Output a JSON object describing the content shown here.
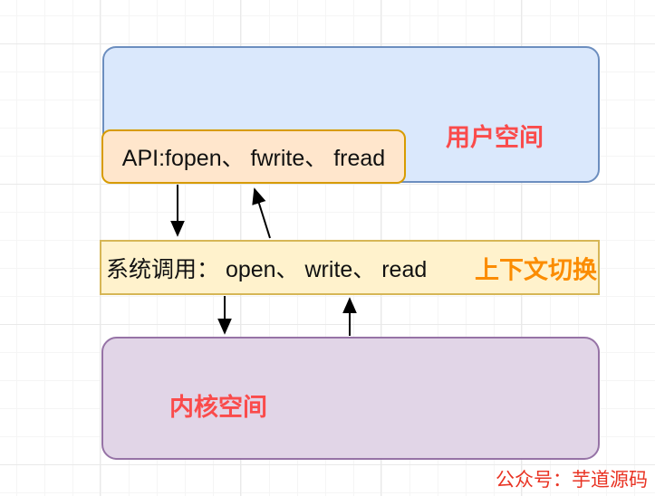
{
  "diagram": {
    "user_space": {
      "label": "用户空间"
    },
    "api_box": {
      "text": "API:fopen、 fwrite、 fread"
    },
    "syscall_box": {
      "text": "系统调用： open、 write、 read",
      "side_label": "上下文切换"
    },
    "kernel_space": {
      "label": "内核空间"
    },
    "watermark": "公众号：芋道源码",
    "arrows": [
      {
        "name": "api-to-syscall",
        "direction": "down"
      },
      {
        "name": "syscall-to-api",
        "direction": "up"
      },
      {
        "name": "syscall-to-kernel",
        "direction": "down"
      },
      {
        "name": "kernel-to-syscall",
        "direction": "up"
      }
    ]
  },
  "colors": {
    "user_space_fill": "#dae8fc",
    "user_space_border": "#6c8ebf",
    "api_fill": "#ffe6cc",
    "api_border": "#d79b00",
    "syscall_fill": "#fff2cc",
    "syscall_border": "#d6b656",
    "kernel_fill": "#e1d5e7",
    "kernel_border": "#9673a6",
    "space_label_red": "#fa4b4b",
    "context_switch_orange": "#fb8c00",
    "watermark_red": "#e93323",
    "arrow_black": "#000000",
    "grid_minor": "#f5f5f5",
    "grid_major": "#e9e9e9"
  }
}
